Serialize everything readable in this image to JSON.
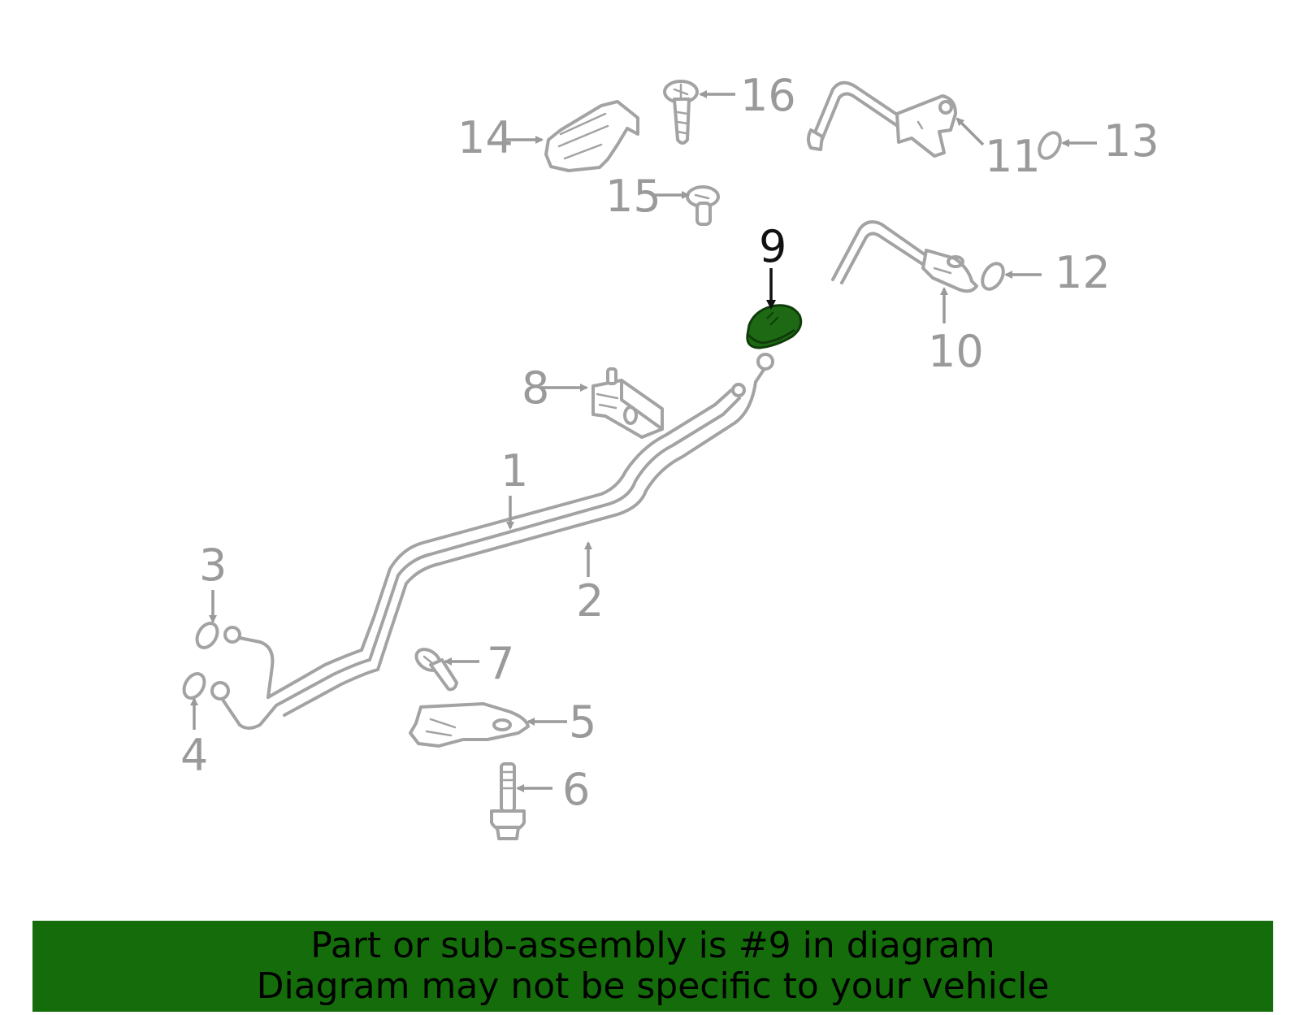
{
  "callouts": {
    "c1": "1",
    "c2": "2",
    "c3": "3",
    "c4": "4",
    "c5": "5",
    "c6": "6",
    "c7": "7",
    "c8": "8",
    "c9": "9",
    "c10": "10",
    "c11": "11",
    "c12": "12",
    "c13": "13",
    "c14": "14",
    "c15": "15",
    "c16": "16"
  },
  "highlighted_part": "9",
  "colors": {
    "line_art": "#a3a3a3",
    "highlight_fill": "#1e6a14",
    "highlight_label": "#111111",
    "banner_background": "#146d0a",
    "banner_text": "#000000"
  },
  "banner": {
    "line1": "Part or sub-assembly is #9 in diagram",
    "line2": "Diagram may not be specific to your vehicle"
  }
}
